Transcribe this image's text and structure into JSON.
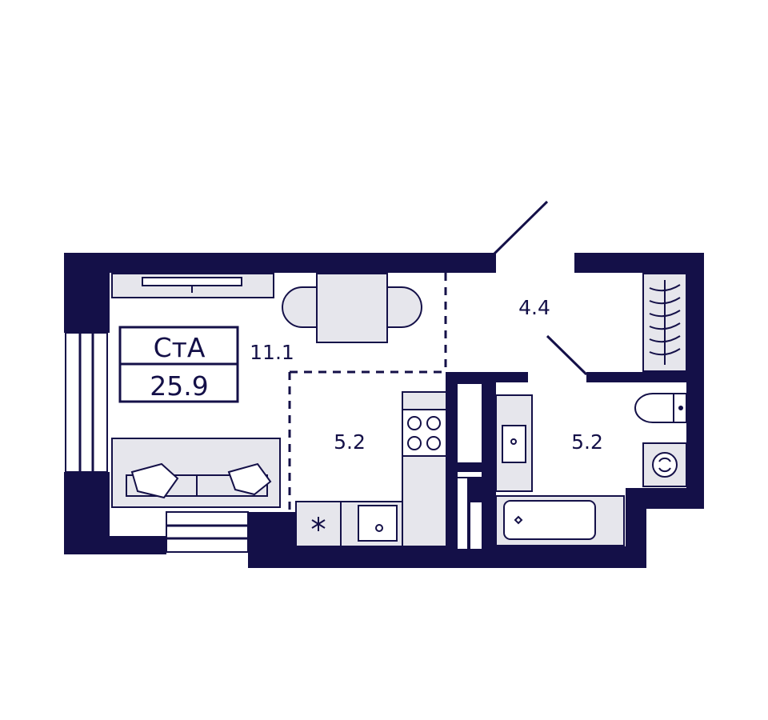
{
  "plan": {
    "apartment_type": "СтА",
    "total_area": "25.9",
    "rooms": [
      {
        "id": "living",
        "area": "11.1"
      },
      {
        "id": "kitchen",
        "area": "5.2"
      },
      {
        "id": "hall",
        "area": "4.4"
      },
      {
        "id": "bathroom",
        "area": "5.2"
      }
    ]
  },
  "colors": {
    "wall": "#141048",
    "furniture_fill": "#e6e6ec",
    "background": "#ffffff"
  }
}
